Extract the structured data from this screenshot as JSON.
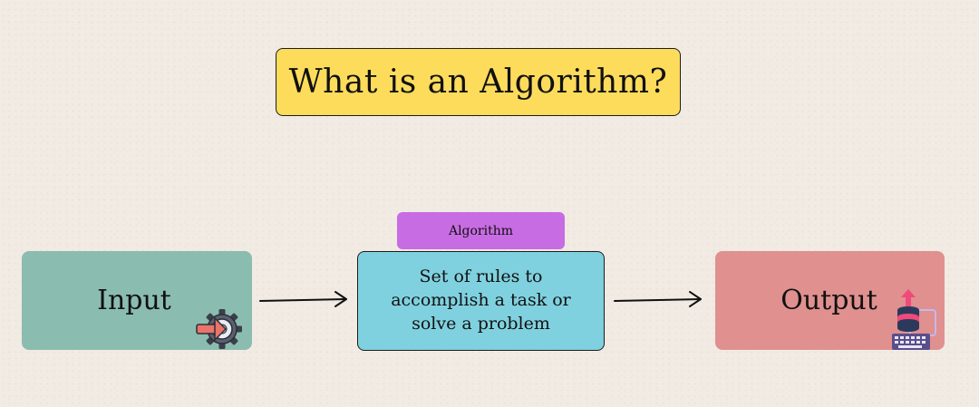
{
  "title": "What is an Algorithm?",
  "nodes": {
    "input": {
      "label": "Input",
      "color": "#8bbcb0"
    },
    "algorithm": {
      "tag": "Algorithm",
      "tag_color": "#c86ce3",
      "lines": [
        "Set of rules to",
        "accomplish a task or",
        "solve a problem"
      ],
      "color": "#80d1df"
    },
    "output": {
      "label": "Output",
      "color": "#df908f"
    }
  },
  "icons": {
    "input": "gear-input-icon",
    "output": "database-keyboard-icon"
  },
  "colors": {
    "background": "#f1ebe3",
    "title_box": "#fddc5c",
    "arrow": "#111111"
  }
}
